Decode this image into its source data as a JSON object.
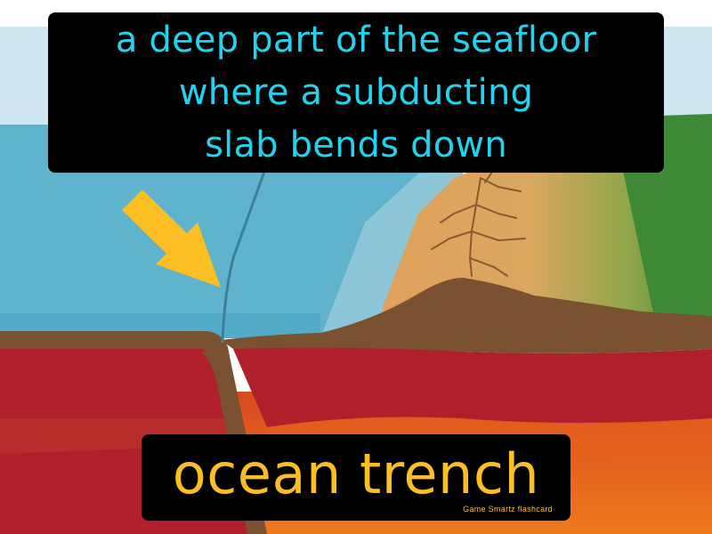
{
  "definition": "a deep part of the seafloor\nwhere a subducting\nslab bends down",
  "term": "ocean trench",
  "brand": "Game  Smartz  flashcard",
  "colors": {
    "definition_text": "#22d3ee",
    "term_text": "#fbbf24",
    "arrow": "#fbbf24",
    "ocean": "#5fb3cd",
    "crust": "#7a5232",
    "lithosphere": "#b0202a",
    "mantle": "#e8641e"
  }
}
